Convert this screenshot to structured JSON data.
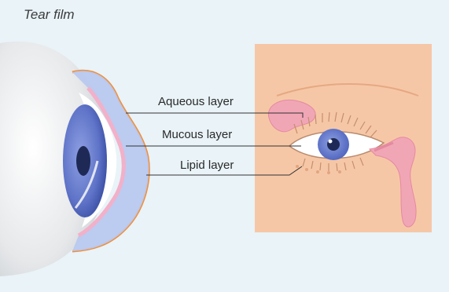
{
  "title": "Tear film",
  "labels": {
    "aqueous": "Aqueous layer",
    "mucous": "Mucous layer",
    "lipid": "Lipid layer"
  },
  "colors": {
    "background": "#e9f3f8",
    "skin_panel": "#f6c7a6",
    "lacrimal_gland": "#f1a6b6",
    "iris": "#5f74c8",
    "tear_film_blue": "#b9c8ef",
    "orange_outline": "#ef8f3a",
    "pink_layer": "#f2b0c9",
    "eyeball": "#dfe2e6"
  }
}
